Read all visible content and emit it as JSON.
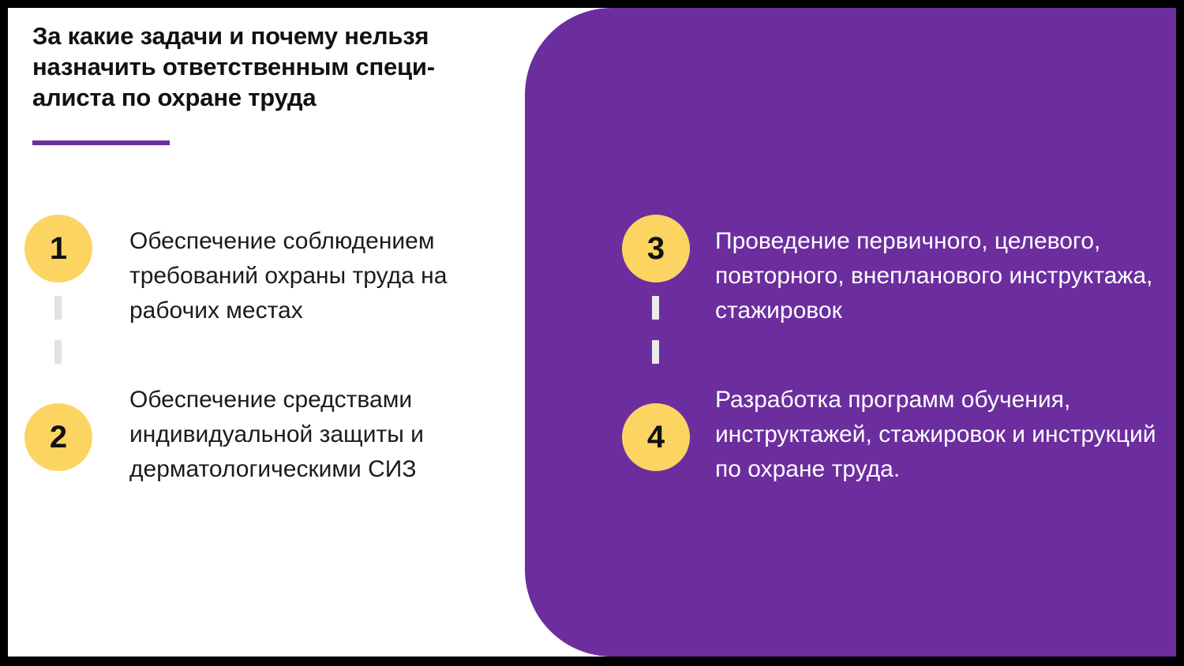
{
  "slide": {
    "title": "За какие задачи и почему нельзя\nназначить ответственным специ-\nалиста по охране труда",
    "accent_purple": "#6C2D9F",
    "badge_yellow": "#FCD462",
    "background": "#FFFFFF",
    "border_color": "#000000"
  },
  "columns": {
    "left": {
      "items": [
        {
          "number": "1",
          "text": "Обеспечение соблюдением требований охраны труда на рабочих местах"
        },
        {
          "number": "2",
          "text": "Обеспечение средствами индивидуальной защиты и дерматологическими СИЗ"
        }
      ]
    },
    "right": {
      "items": [
        {
          "number": "3",
          "text": "Проведение первичного, целевого, повторного, внепланового инструктажа, стажировок"
        },
        {
          "number": "4",
          "text": "Разработка программ обучения, инструктажей, стажировок и инструкций по охране труда."
        }
      ]
    }
  }
}
